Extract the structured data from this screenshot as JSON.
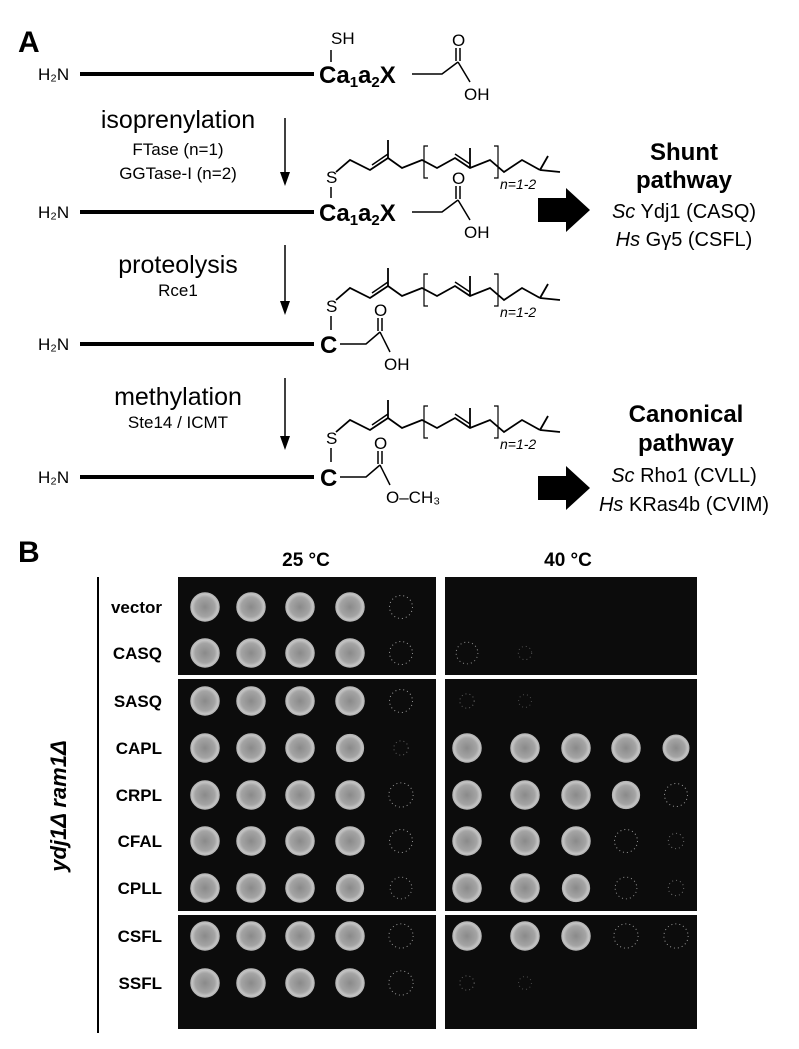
{
  "panel_a": {
    "label": "A",
    "n_terminus": "H₂N",
    "thiol": "SH",
    "sulfur": "S",
    "cterm_label": {
      "main": "Ca",
      "sub1": "1",
      "mid": "a",
      "sub2": "2",
      "end": "X"
    },
    "cysteine": "C",
    "carboxyl_o": "O",
    "carboxyl_oh": "OH",
    "methyl_ester": "O–CH₃",
    "n_repeat": "n=1-2",
    "steps": [
      {
        "title": "isoprenylation",
        "lines": [
          "FTase (n=1)",
          "GGTase-I (n=2)"
        ]
      },
      {
        "title": "proteolysis",
        "lines": [
          "Rce1"
        ]
      },
      {
        "title": "methylation",
        "lines": [
          "Ste14 / ICMT"
        ]
      }
    ],
    "shunt": {
      "title_lines": [
        "Shunt",
        "pathway"
      ],
      "examples": [
        {
          "species": "Sc",
          "text": " Ydj1 (CASQ)"
        },
        {
          "species": "Hs",
          "text": " Gγ5 (CSFL)"
        }
      ]
    },
    "canonical": {
      "title_lines": [
        "Canonical",
        "pathway"
      ],
      "examples": [
        {
          "species": "Sc",
          "text": " Rho1 (CVLL)"
        },
        {
          "species": "Hs",
          "text": " KRas4b (CVIM)"
        }
      ]
    }
  },
  "panel_b": {
    "label": "B",
    "strain": "ydj1Δ ram1Δ",
    "temperatures": [
      "25 °C",
      "40 °C"
    ],
    "rows": [
      {
        "label": "vector",
        "growth_25": [
          1,
          1,
          1,
          1,
          0.6
        ],
        "growth_40": [
          0,
          0,
          0,
          0,
          0
        ]
      },
      {
        "label": "CASQ",
        "growth_25": [
          1,
          1,
          1,
          1,
          0.6
        ],
        "growth_40": [
          0.5,
          0.1,
          0,
          0,
          0
        ]
      },
      {
        "label": "SASQ",
        "growth_25": [
          1,
          1,
          1,
          1,
          0.6
        ],
        "growth_40": [
          0.2,
          0.05,
          0,
          0,
          0
        ]
      },
      {
        "label": "CAPL",
        "growth_25": [
          1,
          1,
          1,
          0.9,
          0.2
        ],
        "growth_40": [
          1,
          1,
          1,
          1,
          0.8
        ]
      },
      {
        "label": "CRPL",
        "growth_25": [
          1,
          1,
          1,
          1,
          0.7
        ],
        "growth_40": [
          1,
          1,
          1,
          0.9,
          0.6
        ]
      },
      {
        "label": "CFAL",
        "growth_25": [
          1,
          1,
          1,
          1,
          0.6
        ],
        "growth_40": [
          1,
          1,
          1,
          0.6,
          0.3
        ]
      },
      {
        "label": "CPLL",
        "growth_25": [
          1,
          1,
          1,
          0.9,
          0.5
        ],
        "growth_40": [
          1,
          1,
          0.9,
          0.5,
          0.3
        ]
      },
      {
        "label": "CSFL",
        "growth_25": [
          1,
          1,
          1,
          1,
          0.7
        ],
        "growth_40": [
          1,
          1,
          1,
          0.7,
          0.7
        ]
      },
      {
        "label": "SSFL",
        "growth_25": [
          1,
          1,
          1,
          1,
          0.7
        ],
        "growth_40": [
          0.2,
          0.05,
          0,
          0,
          0
        ]
      }
    ],
    "colors": {
      "plate": "#0c0c0c",
      "colony": "#b8b8b8",
      "separator": "#ffffff"
    }
  }
}
